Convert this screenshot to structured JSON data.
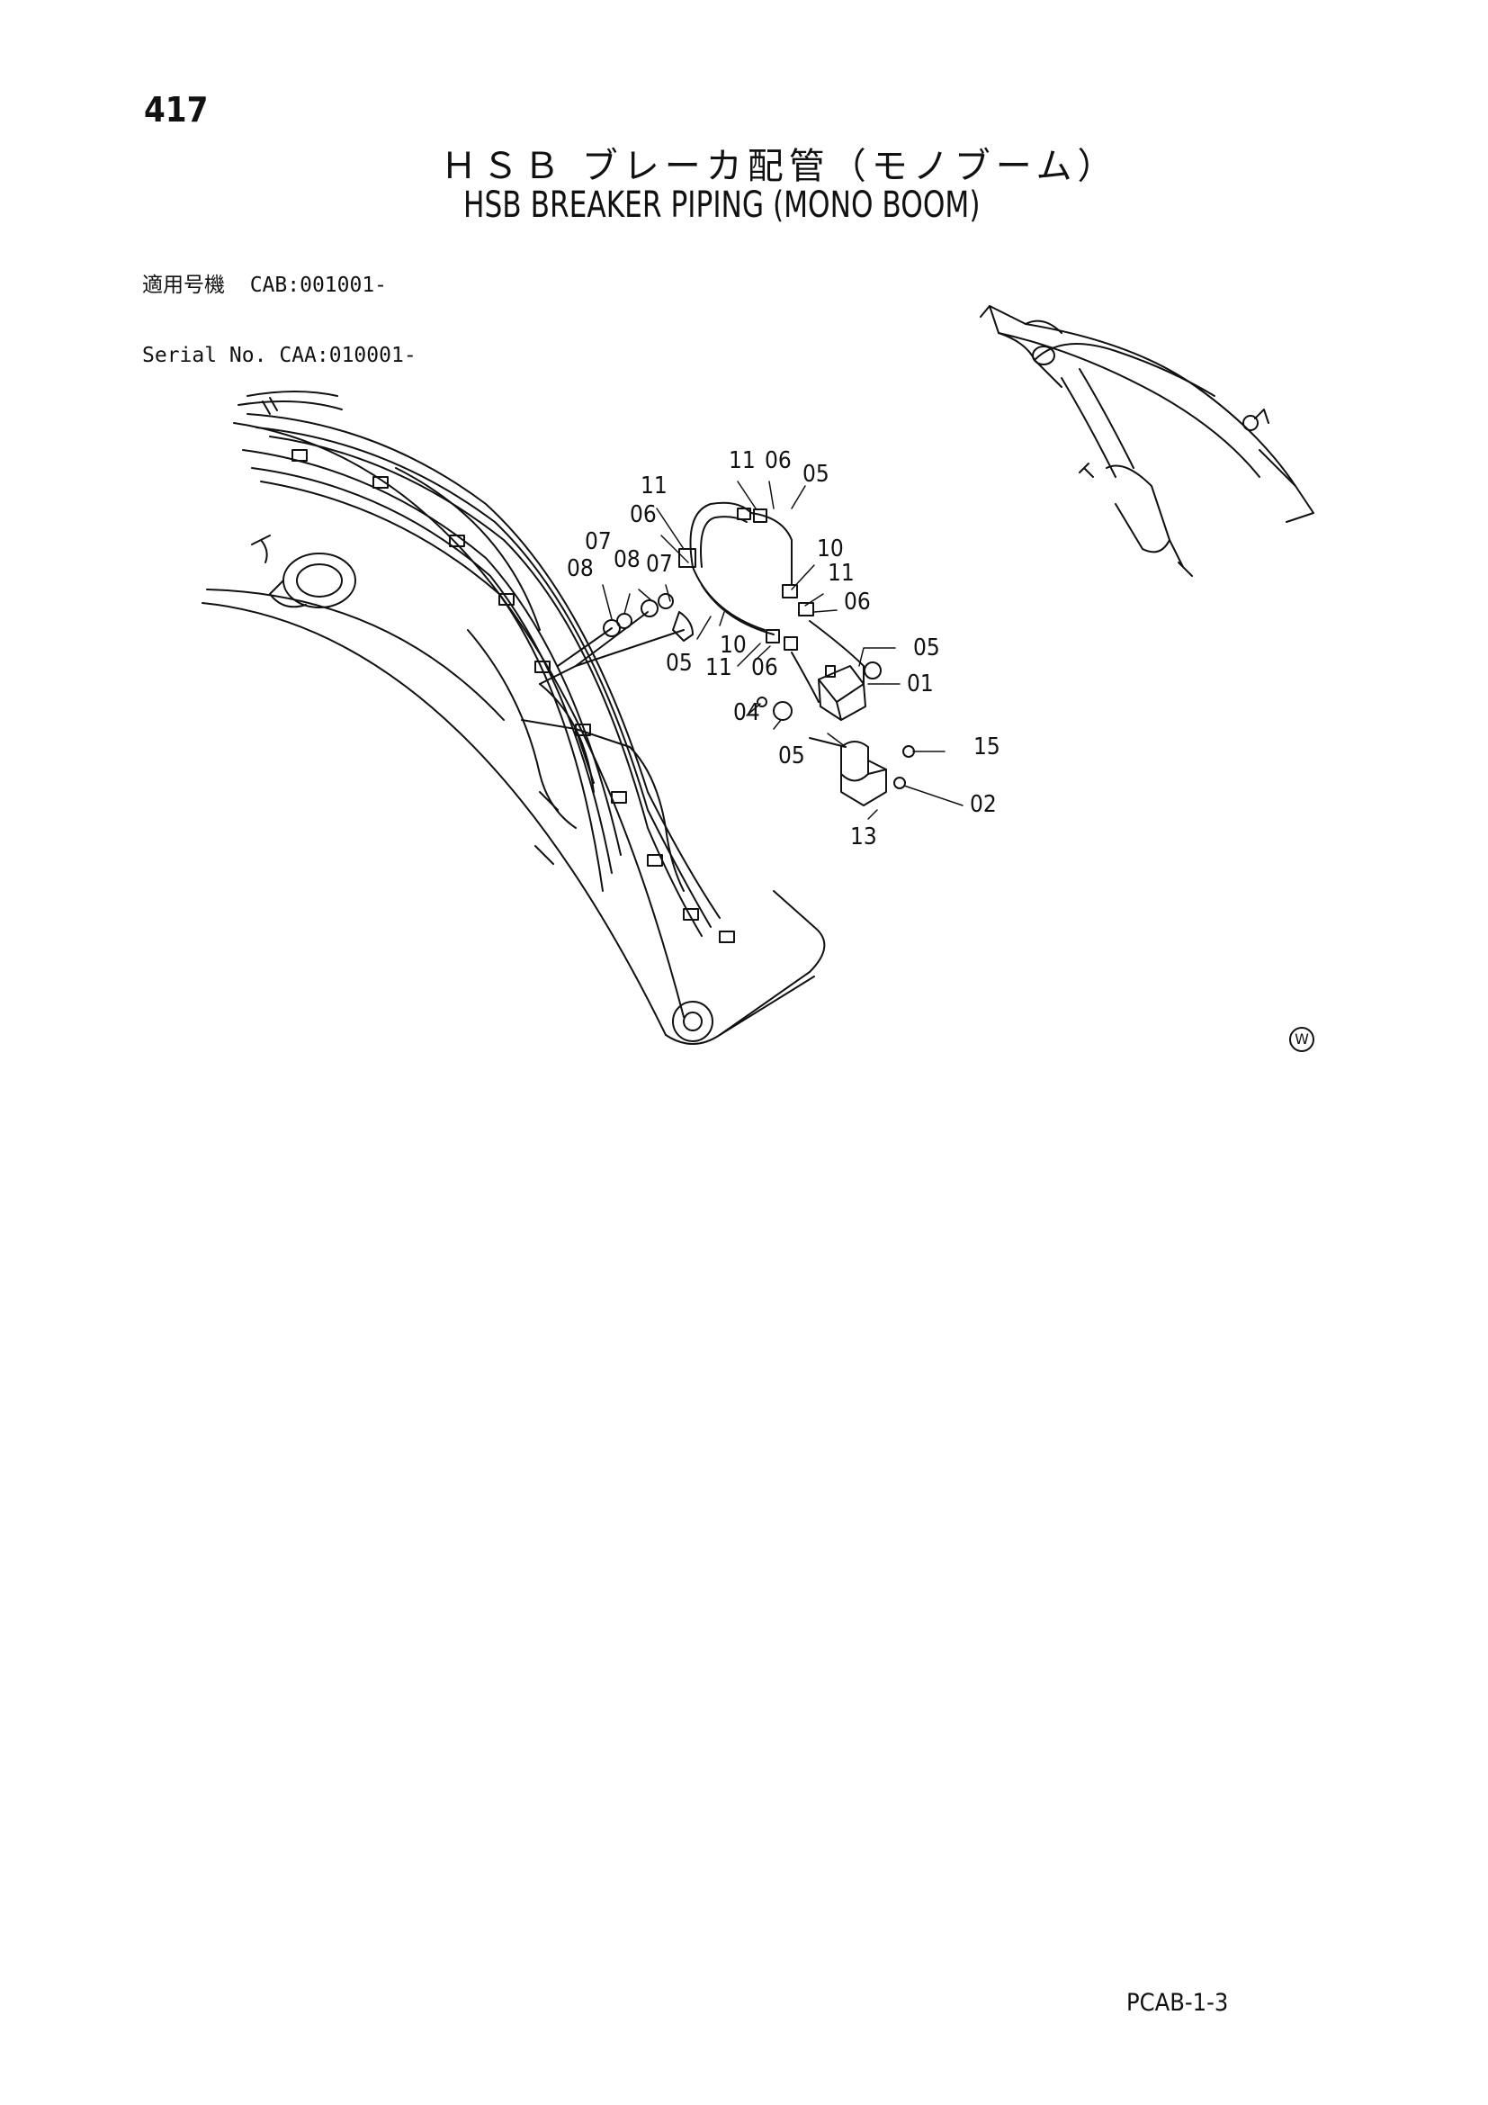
{
  "header": {
    "page_number": "417",
    "title_jp": "ＨＳＢ ブレーカ配管（モノブーム）",
    "title_en": "HSB BREAKER PIPING (MONO BOOM)",
    "serial_jp_label": "適用号機",
    "serial_jp_value": "CAB:001001-",
    "serial_en_label": "Serial No.",
    "serial_en_value": "CAA:010001-"
  },
  "callouts": [
    {
      "id": "c-11a",
      "label": "11"
    },
    {
      "id": "c-06a",
      "label": "06"
    },
    {
      "id": "c-05a",
      "label": "05"
    },
    {
      "id": "c-11b",
      "label": "11"
    },
    {
      "id": "c-06b",
      "label": "06"
    },
    {
      "id": "c-07a",
      "label": "07"
    },
    {
      "id": "c-08a",
      "label": "08"
    },
    {
      "id": "c-08b",
      "label": "08"
    },
    {
      "id": "c-07b",
      "label": "07"
    },
    {
      "id": "c-10a",
      "label": "10"
    },
    {
      "id": "c-11c",
      "label": "11"
    },
    {
      "id": "c-06c",
      "label": "06"
    },
    {
      "id": "c-05b",
      "label": "05"
    },
    {
      "id": "c-10b",
      "label": "10"
    },
    {
      "id": "c-11d",
      "label": "11"
    },
    {
      "id": "c-06d",
      "label": "06"
    },
    {
      "id": "c-05c",
      "label": "05"
    },
    {
      "id": "c-01",
      "label": "01"
    },
    {
      "id": "c-04",
      "label": "04"
    },
    {
      "id": "c-05d",
      "label": "05"
    },
    {
      "id": "c-15",
      "label": "15"
    },
    {
      "id": "c-02",
      "label": "02"
    },
    {
      "id": "c-13",
      "label": "13"
    }
  ],
  "footer": {
    "code": "PCAB-1-3",
    "w_mark": "W"
  }
}
